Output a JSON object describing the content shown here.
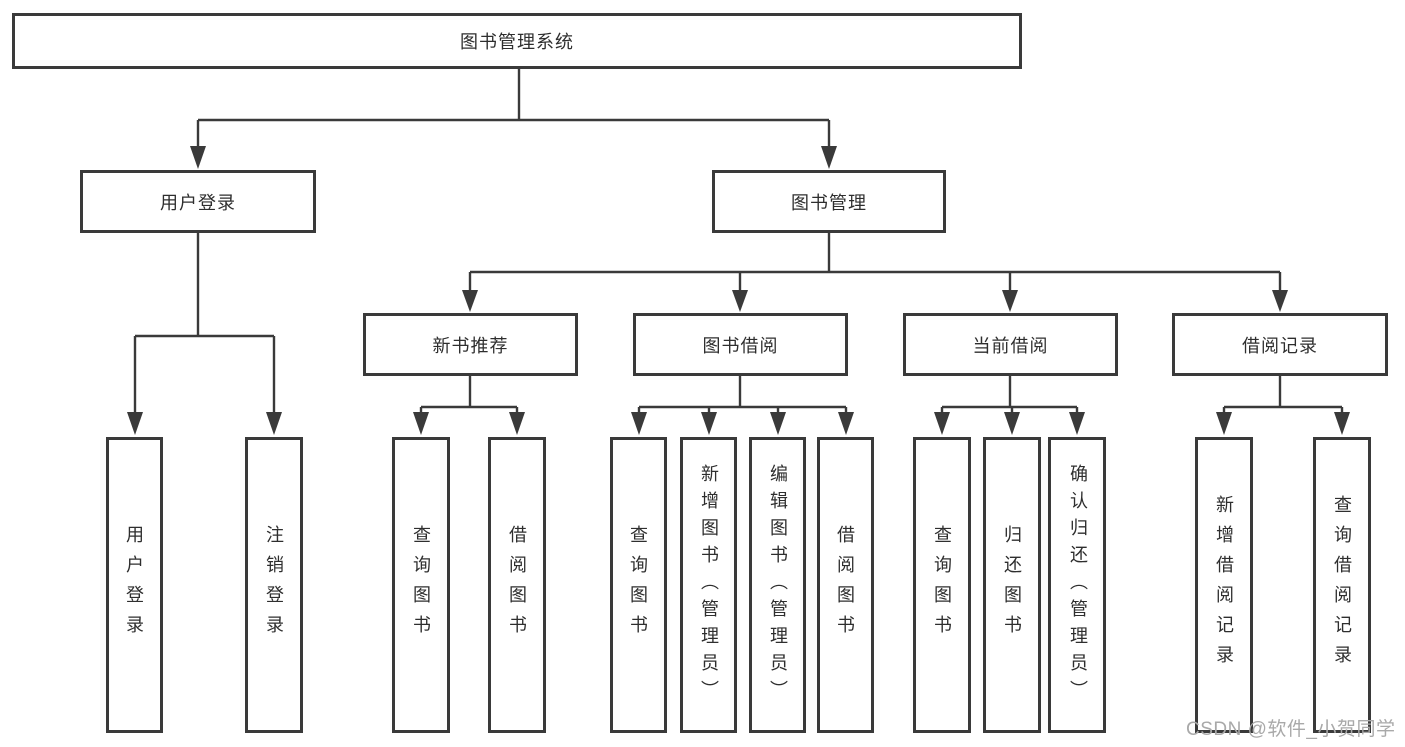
{
  "diagram": {
    "title": "图书管理系统",
    "root": {
      "label": "图书管理系统"
    },
    "level2": {
      "user_login": {
        "label": "用户登录"
      },
      "book_mgmt": {
        "label": "图书管理"
      }
    },
    "level3": {
      "new_books": {
        "label": "新书推荐"
      },
      "borrowing": {
        "label": "图书借阅"
      },
      "current": {
        "label": "当前借阅"
      },
      "records": {
        "label": "借阅记录"
      }
    },
    "leaves": {
      "user_login": {
        "label": "用户登录"
      },
      "logout": {
        "label": "注销登录"
      },
      "rec_query_books": {
        "label": "查询图书"
      },
      "rec_borrow_books": {
        "label": "借阅图书"
      },
      "borrow_query_books": {
        "label": "查询图书"
      },
      "borrow_add_books": {
        "label": "新增图书（管理员）"
      },
      "borrow_edit_books": {
        "label": "编辑图书（管理员）"
      },
      "borrow_borrow_books": {
        "label": "借阅图书"
      },
      "current_query_books": {
        "label": "查询图书"
      },
      "current_return_books": {
        "label": "归还图书"
      },
      "current_confirm_return": {
        "label": "确认归还（管理员）"
      },
      "records_add_record": {
        "label": "新增借阅记录"
      },
      "records_query_record": {
        "label": "查询借阅记录"
      }
    }
  },
  "watermark": {
    "text": "CSDN @软件_小贺同学",
    "color": "#a9a9a9"
  },
  "colors": {
    "line": "#3a3a3a",
    "box_border": "#3a3a3a",
    "text": "#2e2e2e",
    "background": "#ffffff"
  }
}
